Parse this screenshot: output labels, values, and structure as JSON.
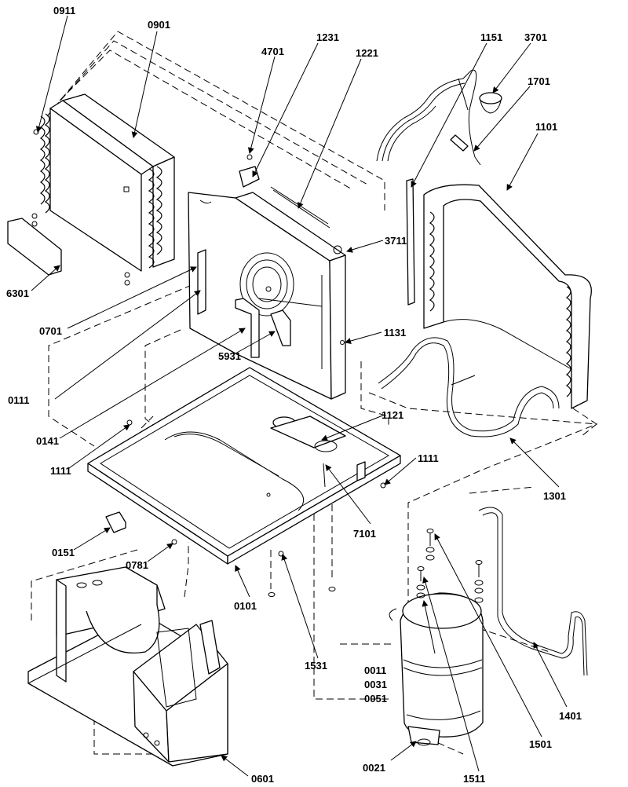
{
  "part_labels": [
    "0911",
    "0901",
    "1231",
    "4701",
    "1221",
    "1151",
    "3701",
    "1701",
    "1101",
    "3711",
    "6301",
    "0701",
    "1131",
    "5931",
    "0111",
    "0141",
    "1121",
    "1111",
    "1111",
    "0151",
    "0781",
    "7101",
    "1301",
    "0101",
    "1531",
    "0011",
    "0031",
    "0051",
    "1501",
    "1401",
    "0601",
    "0021",
    "1511"
  ]
}
